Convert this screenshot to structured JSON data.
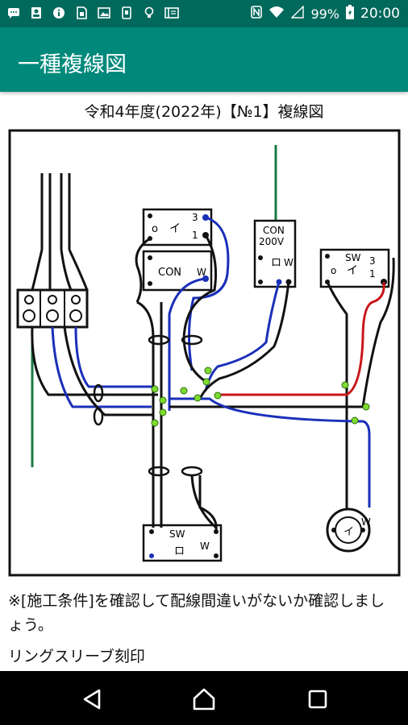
{
  "status_bar": {
    "battery": "99%",
    "time": "20:00",
    "icons": [
      "message-icon",
      "contact-icon",
      "info-icon",
      "sim-icon",
      "image-icon",
      "phone-icon",
      "bulb-icon",
      "book-icon",
      "nfc-icon",
      "wifi-icon",
      "signal-icon",
      "battery-icon"
    ]
  },
  "app_bar": {
    "title": "一種複線図"
  },
  "content": {
    "heading": "令和4年度(2022年)【№1】複線図",
    "diagram": {
      "labels": {
        "sw1_o": "o",
        "sw1_i": "イ",
        "sw1_3": "3",
        "sw1_1": "1",
        "con1": "CON",
        "con1_w": "W",
        "con2_line1": "CON",
        "con2_line2": "200V",
        "con2_ro": "ロ",
        "con2_w": "W",
        "sw2_sw": "SW",
        "sw2_o": "o",
        "sw2_i": "イ",
        "sw2_3": "3",
        "sw2_1": "1",
        "sw3_sw": "SW",
        "sw3_ro": "ロ",
        "sw3_w": "W",
        "lamp_i": "イ",
        "lamp_w": "W"
      },
      "colors": {
        "black": "#111111",
        "blue": "#1a2fb8",
        "red": "#c8151b",
        "green": "#1a7a45",
        "connector": "#7ddc2e"
      }
    },
    "note": "※[施工条件]を確認して配線間違いがないか確認しましょう。",
    "section_title": "リングスリーブ刻印"
  },
  "nav_bar": {
    "back_icon": "back-icon",
    "home_icon": "home-icon",
    "recents_icon": "recents-icon"
  }
}
